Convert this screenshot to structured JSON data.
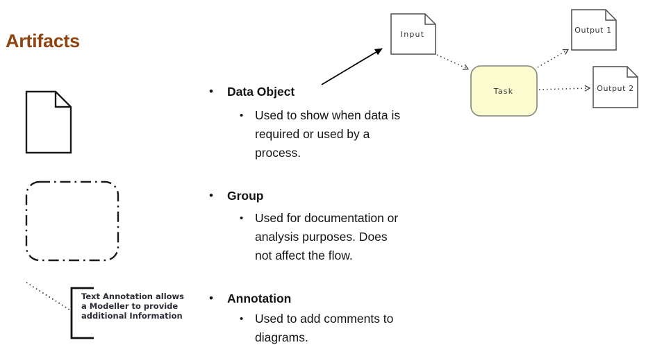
{
  "page": {
    "title": "Artifacts",
    "title_color": "#8E4512",
    "bullet_char": "•"
  },
  "sections": [
    {
      "title": "Data Object",
      "lines": [
        "Used to show when data is",
        "required or used by a",
        "process."
      ]
    },
    {
      "title": "Group",
      "lines": [
        "Used for documentation or",
        "analysis purposes. Does",
        "not affect the flow."
      ]
    },
    {
      "title": "Annotation",
      "lines": [
        "Used to add comments to",
        "diagrams."
      ]
    }
  ],
  "annotation_note": {
    "lines": [
      "Text Annotation allows",
      "a Modeller to provide",
      "additional Information"
    ]
  },
  "diagram": {
    "nodes": {
      "input": "Input",
      "task": "Task",
      "output1": "Output 1",
      "output2": "Output 2"
    },
    "task_fill": "#FBFBD0",
    "task_stroke": "#85857A",
    "doc_stroke": "#4D4D4D",
    "connector_color": "#3A3A3A"
  }
}
